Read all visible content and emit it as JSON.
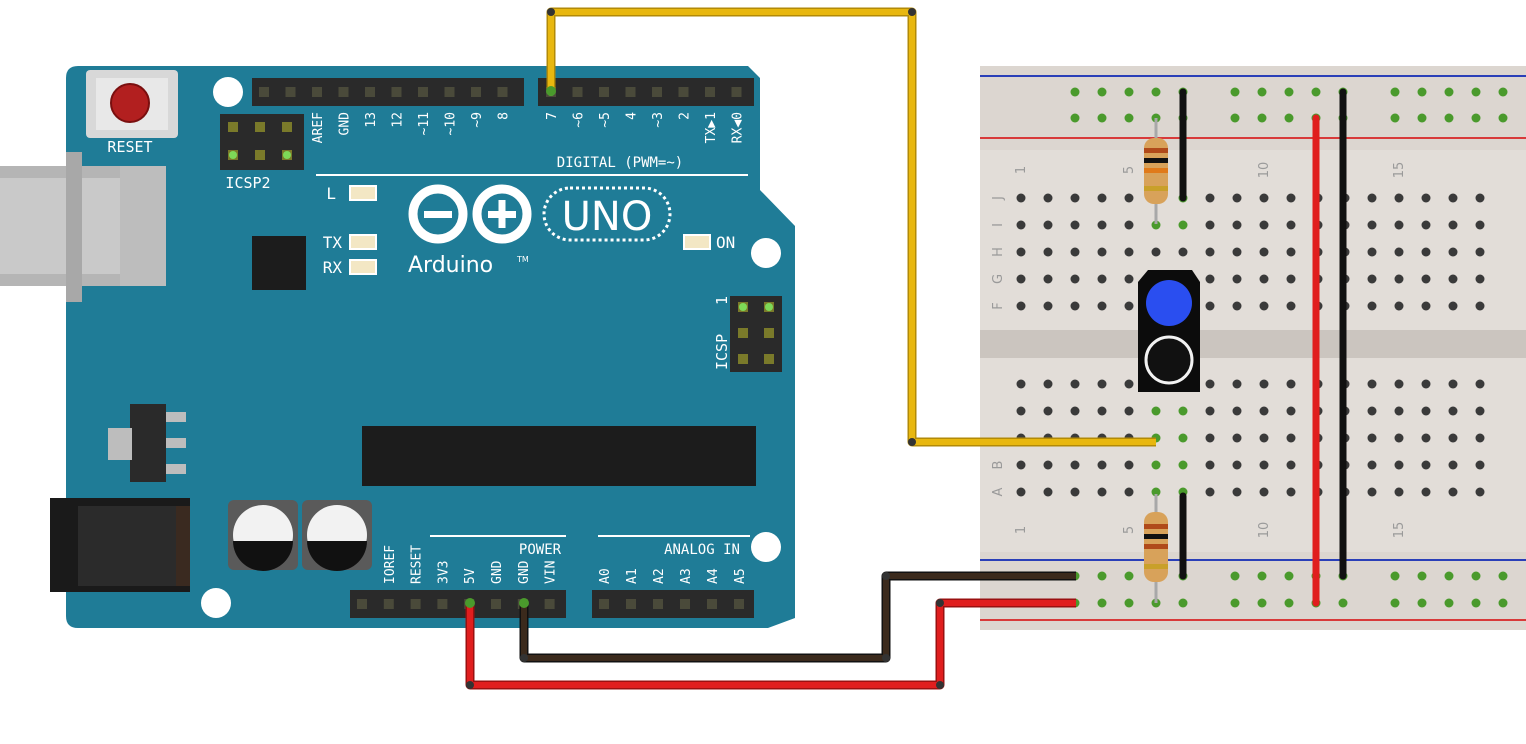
{
  "board": {
    "reset_label": "RESET",
    "icsp2_label": "ICSP2",
    "icsp_label": "ICSP",
    "icsp_pin1_label": "1",
    "logo_text": "Arduino",
    "logo_tm": "TM",
    "model": "UNO",
    "led_l": "L",
    "led_tx": "TX",
    "led_rx": "RX",
    "led_on": "ON",
    "digital_label": "DIGITAL (PWM=~)",
    "power_label": "POWER",
    "analog_label": "ANALOG IN",
    "digital_pins": [
      "AREF",
      "GND",
      "13",
      "12",
      "~11",
      "~10",
      "~9",
      "8",
      "7",
      "~6",
      "~5",
      "4",
      "~3",
      "2",
      "TX▶1",
      "RX◀0"
    ],
    "power_pins": [
      "IOREF",
      "RESET",
      "3V3",
      "5V",
      "GND",
      "GND",
      "VIN"
    ],
    "analog_pins": [
      "A0",
      "A1",
      "A2",
      "A3",
      "A4",
      "A5"
    ],
    "colors": {
      "pcb": "#1f7c97",
      "header": "#2a2a2a",
      "silk": "#ffffff"
    }
  },
  "breadboard": {
    "row_letters_top": [
      "J",
      "I",
      "H",
      "G",
      "F"
    ],
    "row_letters_bottom": [
      "B",
      "A"
    ],
    "column_numbers": [
      "1",
      "5",
      "10",
      "15"
    ],
    "colors": {
      "body": "#e2ddd8",
      "rail_blue": "#2a3fb8",
      "rail_red": "#d83a3a",
      "active_hole": "#4a9a2c"
    }
  },
  "wires": {
    "signal_color": "#e8b70f",
    "power_color": "#e01e1e",
    "ground_color": "#3b2a1c"
  },
  "components": {
    "sensor": {
      "icon": "tcrt5000-ir-sensor",
      "emitter_color": "#2a4ef0",
      "detector_color": "#111111"
    },
    "resistors": [
      {
        "icon": "resistor"
      },
      {
        "icon": "resistor"
      }
    ]
  }
}
